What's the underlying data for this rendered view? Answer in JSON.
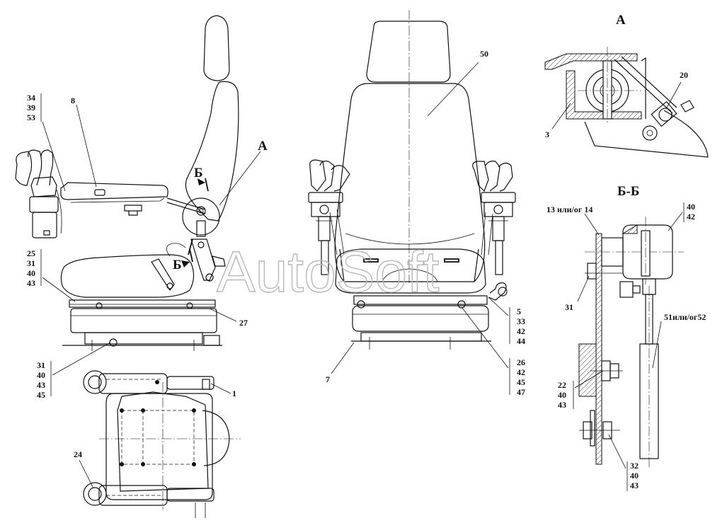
{
  "watermark": "AutoSoft",
  "views": {
    "a": "A",
    "b": "Б",
    "b_lower": "Б",
    "section_a": "А",
    "section_bb": "Б-Б"
  },
  "callouts": {
    "c_34_39_53": [
      "34",
      "39",
      "53"
    ],
    "c_8": "8",
    "c_a_left": "А",
    "c_25_31_40_43": [
      "25",
      "31",
      "40",
      "43"
    ],
    "c_27": "27",
    "c_31_40_43_45": [
      "31",
      "40",
      "43",
      "45"
    ],
    "c_1": "1",
    "c_24": "24",
    "c_50": "50",
    "c_5_33_42_44": [
      "5",
      "33",
      "42",
      "44"
    ],
    "c_26_42_45_47": [
      "26",
      "42",
      "45",
      "47"
    ],
    "c_7": "7",
    "c_20": "20",
    "c_3": "3",
    "c_13_14": "13 или/ог 14",
    "c_40_42": [
      "40",
      "42"
    ],
    "c_31_bb": "31",
    "c_51_52": "51или/ог52",
    "c_22_40_43": [
      "22",
      "40",
      "43"
    ],
    "c_32_40_43": [
      "32",
      "40",
      "43"
    ]
  }
}
